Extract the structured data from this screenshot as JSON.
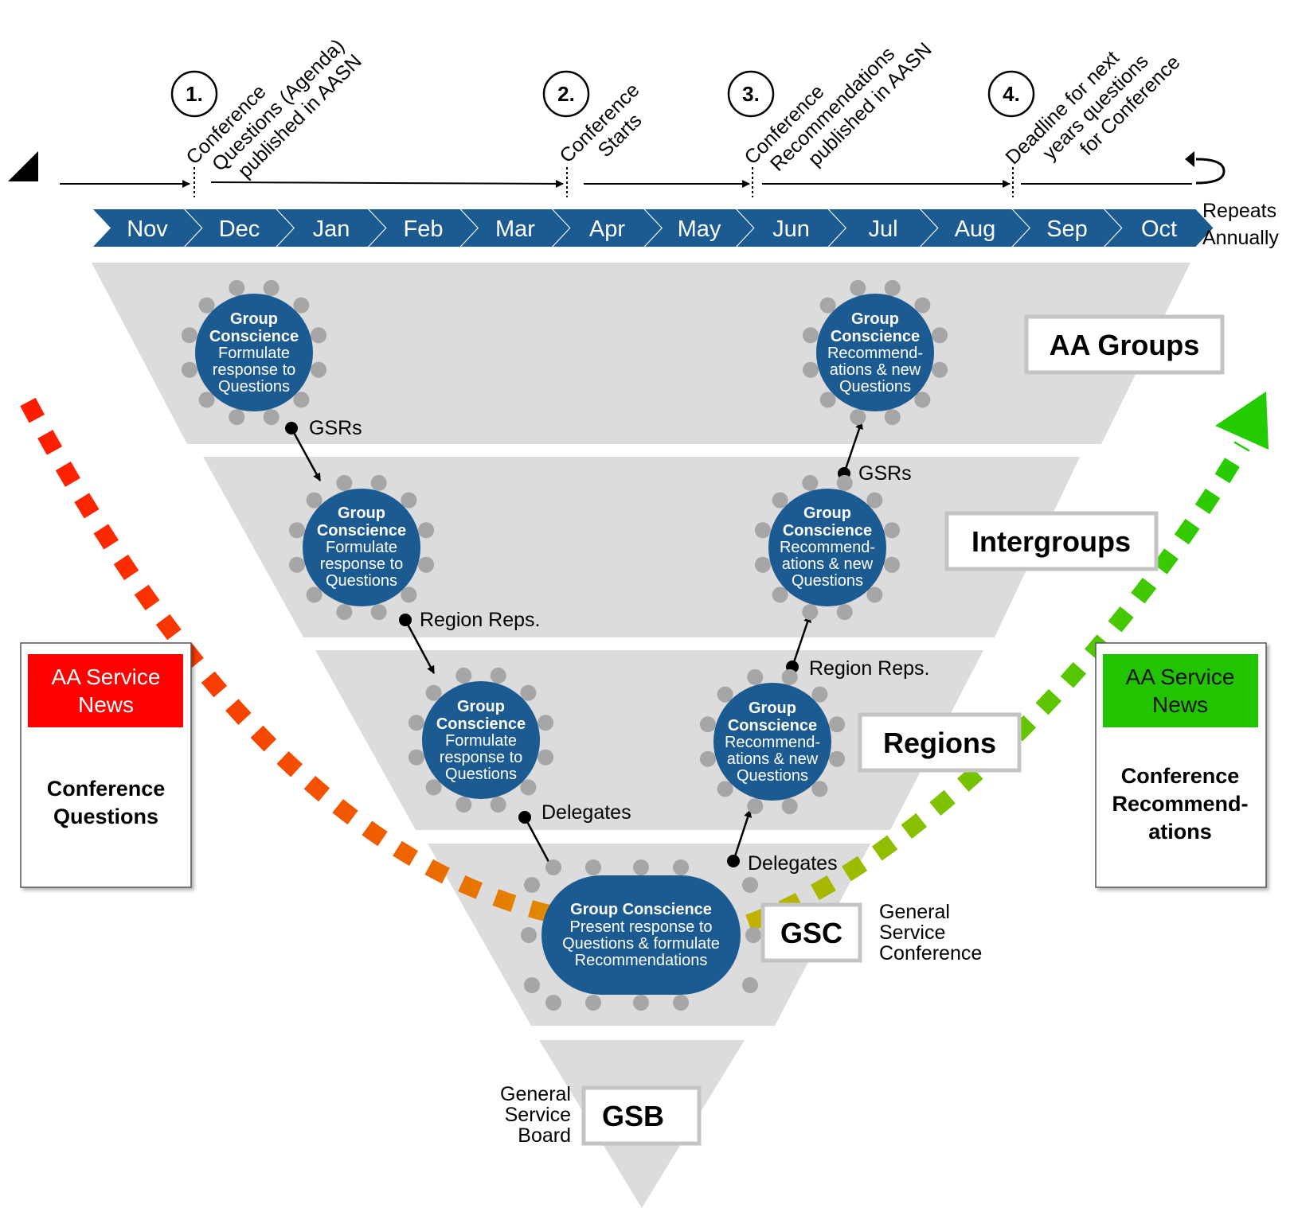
{
  "timeline": {
    "months": [
      "Nov",
      "Dec",
      "Jan",
      "Feb",
      "Mar",
      "Apr",
      "May",
      "Jun",
      "Jul",
      "Aug",
      "Sep",
      "Oct"
    ],
    "repeats": [
      "Repeats",
      "Annually"
    ],
    "milestones": [
      {
        "number": "1.",
        "lines": [
          "Conference",
          "Questions (Agenda)",
          "published in AASN"
        ]
      },
      {
        "number": "2.",
        "lines": [
          "Conference",
          "Starts"
        ]
      },
      {
        "number": "3.",
        "lines": [
          "Conference",
          "Recommendations",
          "published in AASN"
        ]
      },
      {
        "number": "4.",
        "lines": [
          "Deadline for next",
          "years questions",
          "for Conference"
        ]
      }
    ]
  },
  "levels": {
    "groups": "AA Groups",
    "intergroups": "Intergroups",
    "regions": "Regions",
    "gsc": "GSC",
    "gsc_desc": [
      "General",
      "Service",
      "Conference"
    ],
    "gsb": "GSB",
    "gsb_desc": [
      "General",
      "Service",
      "Board"
    ]
  },
  "nodes": {
    "left": {
      "title": [
        "Group",
        "Conscience"
      ],
      "body": [
        "Formulate",
        "response to",
        "Questions"
      ]
    },
    "right": {
      "title": [
        "Group",
        "Conscience"
      ],
      "body": [
        "Recommend-",
        "ations & new",
        "Questions"
      ]
    },
    "center": {
      "title": [
        "Group Conscience"
      ],
      "body": [
        "Present response to",
        "Questions & formulate",
        "Recommendations"
      ]
    }
  },
  "connectors": {
    "gsrs": "GSRs",
    "region_reps": "Region Reps.",
    "delegates": "Delegates"
  },
  "news_left": {
    "header": [
      "AA Service",
      "News"
    ],
    "body": [
      "Conference",
      "Questions"
    ]
  },
  "news_right": {
    "header": [
      "AA Service",
      "News"
    ],
    "body": [
      "Conference",
      "Recommend-",
      "ations"
    ]
  },
  "colors": {
    "month_blue": "#1c5a92",
    "node_blue": "#1c5a92",
    "seat_gray": "#a6a6a6",
    "funnel_gray": "#dcdcdc",
    "label_border": "#c4c4c4",
    "news_red": "#ff0000",
    "news_green": "#22c400"
  }
}
